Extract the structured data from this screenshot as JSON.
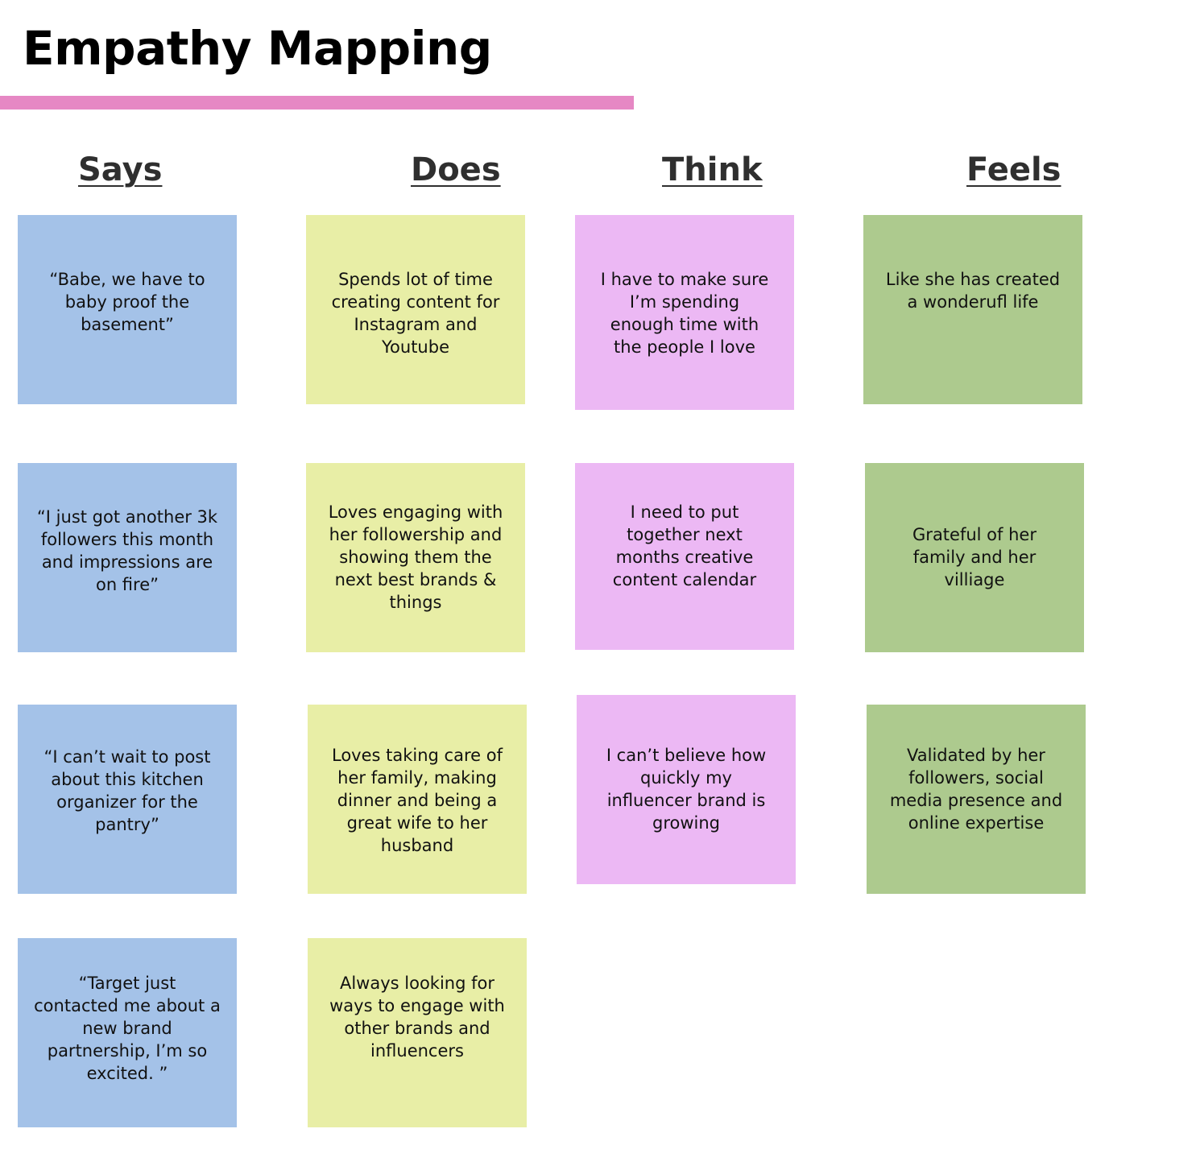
{
  "page": {
    "title": "Empathy Mapping",
    "accent_color": "#e688c4"
  },
  "colors": {
    "says": "#a4c2e8",
    "does": "#e8eea6",
    "think": "#ecb8f4",
    "feels": "#adca8e"
  },
  "columns": [
    {
      "heading": "Says",
      "notes": [
        "“Babe, we have to\nbaby proof the\nbasement”",
        "“I just got another 3k\nfollowers this month\nand impressions are\non fire”",
        "“I can’t wait to post\nabout this kitchen\norganizer for the\npantry”",
        "“Target just\ncontacted me about a\nnew brand\npartnership, I’m so\nexcited. ”"
      ]
    },
    {
      "heading": "Does",
      "notes": [
        "Spends lot of time\ncreating content for\nInstagram and\nYoutube",
        "Loves engaging with\nher followership and\nshowing them the\nnext best brands &\nthings",
        "Loves taking care of\nher family, making\ndinner and being a\ngreat wife to her\nhusband",
        "Always looking for\nways to engage with\nother brands and\ninfluencers"
      ]
    },
    {
      "heading": "Think",
      "notes": [
        "I have to make sure\nI’m spending\nenough time with\nthe people I love",
        "I need to put\ntogether next\nmonths creative\ncontent calendar",
        "I can’t believe how\nquickly my\ninfluencer brand is\ngrowing"
      ]
    },
    {
      "heading": "Feels",
      "notes": [
        "Like she has created\na wonderufl life",
        "Grateful of her\nfamily and her\nvilliage",
        "Validated by her\nfollowers, social\nmedia presence and\nonline expertise"
      ]
    }
  ]
}
